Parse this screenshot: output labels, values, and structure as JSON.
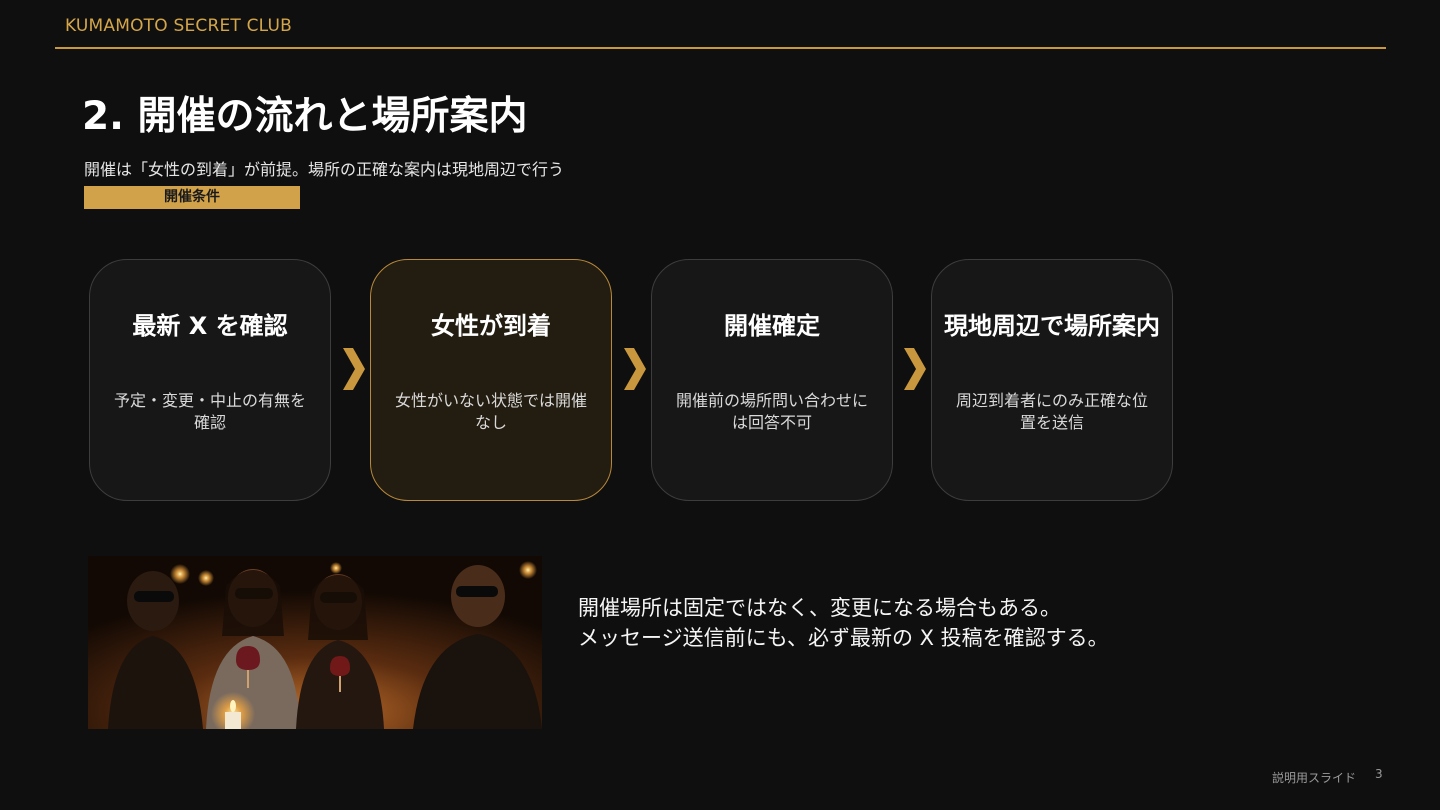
{
  "header": {
    "brand": "KUMAMOTO SECRET CLUB"
  },
  "slide": {
    "title": "2.  開催の流れと場所案内",
    "subtitle": "開催は「女性の到着」が前提。場所の正確な案内は現地周辺で行う",
    "tag": "開催条件"
  },
  "steps": [
    {
      "title": "最新 X を確認",
      "desc": "予定・変更・中止の有無を確認"
    },
    {
      "title": "女性が到着",
      "desc": "女性がいない状態では開催なし"
    },
    {
      "title": "開催確定",
      "desc": "開催前の場所問い合わせには回答不可"
    },
    {
      "title": "現地周辺で場所案内",
      "desc": "周辺到着者にのみ正確な位置を送信"
    }
  ],
  "note": {
    "line1": "開催場所は固定ではなく、変更になる場合もある。",
    "line2": "メッセージ送信前にも、必ず最新の X 投稿を確認する。"
  },
  "footer": {
    "label": "説明用スライド",
    "page": "3"
  },
  "colors": {
    "accent": "#c9973d",
    "background": "#0f0f0f",
    "active_card": "#231c10"
  }
}
